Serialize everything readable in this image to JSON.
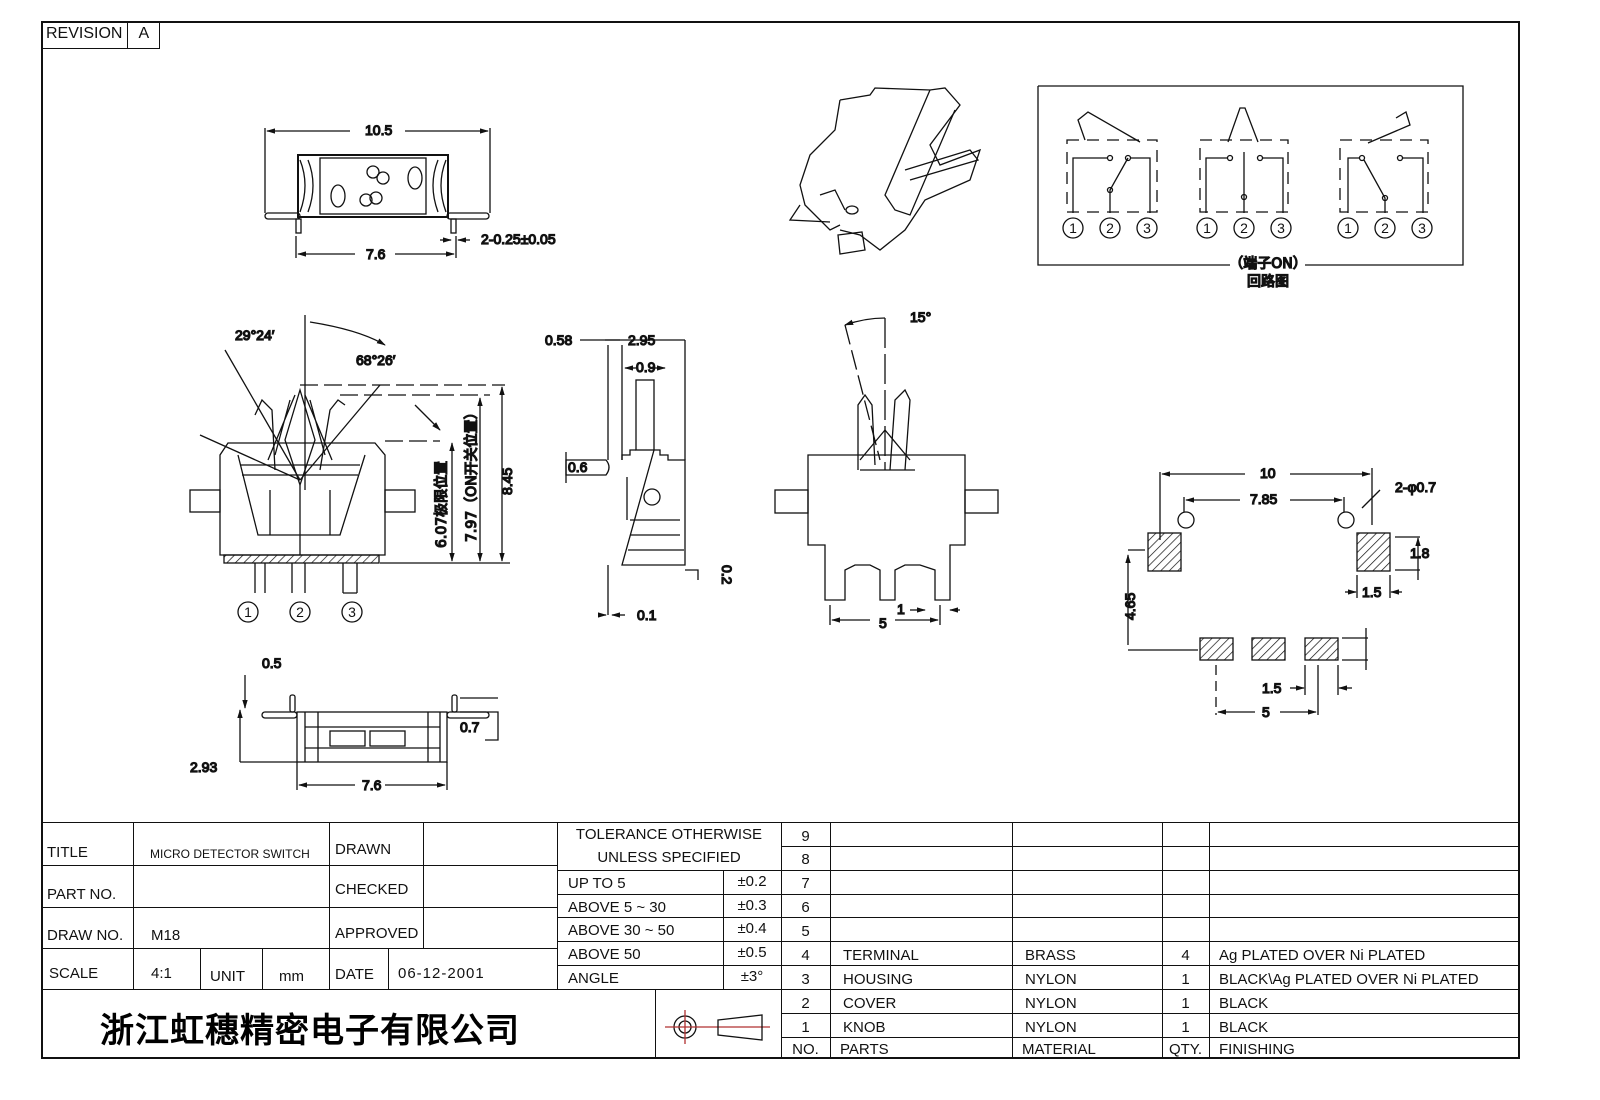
{
  "revision": {
    "label": "REVISION",
    "value": "A"
  },
  "views": {
    "top_view": {
      "overall_width": "10.5",
      "pin_pitch": "7.6",
      "pin_width": "2-0.25±0.05"
    },
    "front_view": {
      "angle_left": "29°24′",
      "angle_right": "68°26′",
      "dim_a": "6.07极限位置",
      "dim_b": "7.97（ON开关位置）",
      "dim_c": "8.45",
      "terminals": [
        "1",
        "2",
        "3"
      ]
    },
    "side_view": {
      "dim_top_left": "0.58",
      "dim_width": "2.95",
      "dim_shaft": "0.9",
      "dim_pin": "0.6",
      "dim_bottom": "0.1",
      "dim_offset": "0.2"
    },
    "bottom_view": {
      "dim_thick": "0.5",
      "dim_height": "2.93",
      "dim_pin": "0.7",
      "dim_width": "7.6"
    },
    "rear_view": {
      "angle": "15°",
      "pitch": "5",
      "pin_width": "1"
    },
    "pcb_layout": {
      "outer": "10",
      "holes_pitch": "7.85",
      "holes": "2-φ0.7",
      "pad_height": "1.8",
      "pad_width": "1.5",
      "vertical": "4.65",
      "pad_pitch": "5",
      "pad_w2": "1.5"
    },
    "circuit": {
      "caption_line1": "（端子ON）",
      "caption_line2": "回路图",
      "terminals": [
        "1",
        "2",
        "3"
      ]
    }
  },
  "title_block": {
    "title_label": "TITLE",
    "title_value": "MICRO DETECTOR SWITCH",
    "part_label": "PART NO.",
    "part_value": "",
    "draw_label": "DRAW NO.",
    "draw_value": "M18",
    "scale_label": "SCALE",
    "scale_value": "4:1",
    "unit_label": "UNIT",
    "unit_value": "mm",
    "drawn_label": "DRAWN",
    "checked_label": "CHECKED",
    "approved_label": "APPROVED",
    "date_label": "DATE",
    "date_value": "06-12-2001",
    "company": "浙江虹穗精密电子有限公司"
  },
  "tolerance": {
    "header_1": "TOLERANCE OTHERWISE",
    "header_2": "UNLESS SPECIFIED",
    "rows": [
      {
        "range": "UP TO 5",
        "tol": "±0.2"
      },
      {
        "range": "ABOVE 5 ~ 30",
        "tol": "±0.3"
      },
      {
        "range": "ABOVE 30 ~ 50",
        "tol": "±0.4"
      },
      {
        "range": "ABOVE 50",
        "tol": "±0.5"
      },
      {
        "range": "ANGLE",
        "tol": "±3°"
      }
    ]
  },
  "parts_list": {
    "headers": {
      "no": "NO.",
      "parts": "PARTS",
      "material": "MATERIAL",
      "qty": "QTY.",
      "finishing": "FINISHING"
    },
    "rows": [
      {
        "no": "9",
        "part": "",
        "material": "",
        "qty": "",
        "finishing": ""
      },
      {
        "no": "8",
        "part": "",
        "material": "",
        "qty": "",
        "finishing": ""
      },
      {
        "no": "7",
        "part": "",
        "material": "",
        "qty": "",
        "finishing": ""
      },
      {
        "no": "6",
        "part": "",
        "material": "",
        "qty": "",
        "finishing": ""
      },
      {
        "no": "5",
        "part": "",
        "material": "",
        "qty": "",
        "finishing": ""
      },
      {
        "no": "4",
        "part": "TERMINAL",
        "material": "BRASS",
        "qty": "4",
        "finishing": "Ag PLATED OVER Ni PLATED"
      },
      {
        "no": "3",
        "part": "HOUSING",
        "material": "NYLON",
        "qty": "1",
        "finishing": "BLACK\\Ag PLATED OVER Ni PLATED"
      },
      {
        "no": "2",
        "part": "COVER",
        "material": "NYLON",
        "qty": "1",
        "finishing": "BLACK"
      },
      {
        "no": "1",
        "part": "KNOB",
        "material": "NYLON",
        "qty": "1",
        "finishing": "BLACK"
      }
    ]
  },
  "colors": {
    "line": "#111111",
    "projection_symbol": "#b03030"
  }
}
